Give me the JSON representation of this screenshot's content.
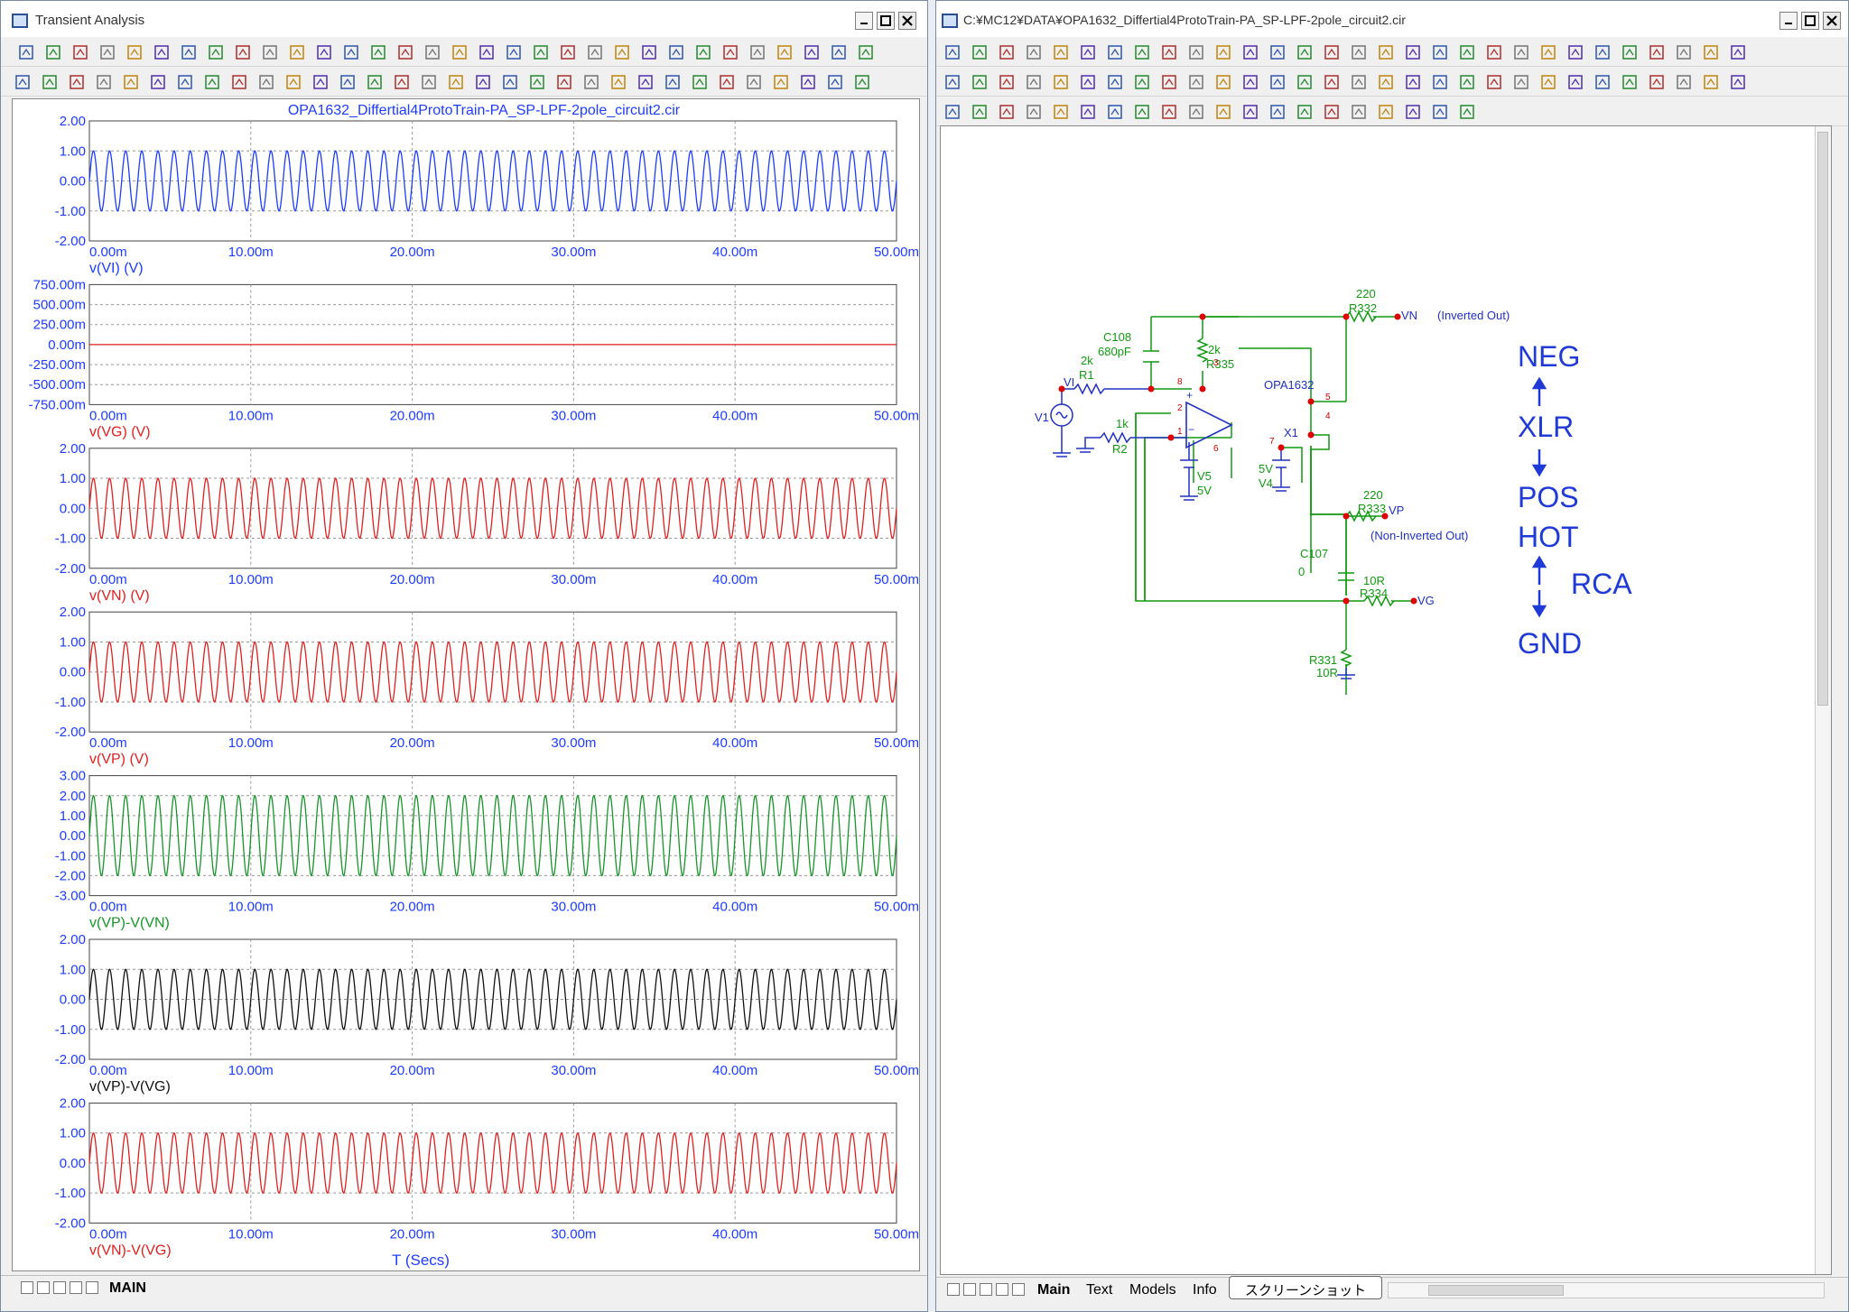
{
  "left_window": {
    "title": "Transient Analysis",
    "plot_title": "OPA1632_Differtial4ProtoTrain-PA_SP-LPF-2pole_circuit2.cir",
    "x_axis_label": "T (Secs)",
    "sheet_tab": "MAIN"
  },
  "right_window": {
    "title": "C:¥MC12¥DATA¥OPA1632_Differtial4ProtoTrain-PA_SP-LPF-2pole_circuit2.cir",
    "tabs": [
      "Main",
      "Text",
      "Models",
      "Info"
    ],
    "tooltip": "スクリーンショット"
  },
  "chart_data": [
    {
      "type": "line",
      "name_label": "v(VI) (V)",
      "color": "#1e3cff",
      "x_ticks": [
        "0.00m",
        "10.00m",
        "20.00m",
        "30.00m",
        "40.00m",
        "50.00m"
      ],
      "y_ticks": [
        "2.00",
        "1.00",
        "0.00",
        "-1.00",
        "-2.00"
      ],
      "ylim": [
        -2,
        2
      ],
      "xlim": [
        0,
        50
      ],
      "amplitude": 1.0,
      "frequency_khz": 1.0
    },
    {
      "type": "line",
      "name_label": "v(VG) (V)",
      "color": "#e02020",
      "x_ticks": [
        "0.00m",
        "10.00m",
        "20.00m",
        "30.00m",
        "40.00m",
        "50.00m"
      ],
      "y_ticks": [
        "750.00m",
        "500.00m",
        "250.00m",
        "0.00m",
        "-250.00m",
        "-500.00m",
        "-750.00m"
      ],
      "ylim": [
        -0.75,
        0.75
      ],
      "xlim": [
        0,
        50
      ],
      "amplitude": 0.0,
      "frequency_khz": 1.0
    },
    {
      "type": "line",
      "name_label": "v(VN) (V)",
      "color": "#e02020",
      "x_ticks": [
        "0.00m",
        "10.00m",
        "20.00m",
        "30.00m",
        "40.00m",
        "50.00m"
      ],
      "y_ticks": [
        "2.00",
        "1.00",
        "0.00",
        "-1.00",
        "-2.00"
      ],
      "ylim": [
        -2,
        2
      ],
      "xlim": [
        0,
        50
      ],
      "amplitude": 1.0,
      "frequency_khz": 1.0
    },
    {
      "type": "line",
      "name_label": "v(VP) (V)",
      "color": "#e02020",
      "x_ticks": [
        "0.00m",
        "10.00m",
        "20.00m",
        "30.00m",
        "40.00m",
        "50.00m"
      ],
      "y_ticks": [
        "2.00",
        "1.00",
        "0.00",
        "-1.00",
        "-2.00"
      ],
      "ylim": [
        -2,
        2
      ],
      "xlim": [
        0,
        50
      ],
      "amplitude": 1.0,
      "frequency_khz": 1.0
    },
    {
      "type": "line",
      "name_label": "v(VP)-V(VN)",
      "color": "#16962a",
      "x_ticks": [
        "0.00m",
        "10.00m",
        "20.00m",
        "30.00m",
        "40.00m",
        "50.00m"
      ],
      "y_ticks": [
        "3.00",
        "2.00",
        "1.00",
        "0.00",
        "-1.00",
        "-2.00",
        "-3.00"
      ],
      "ylim": [
        -3,
        3
      ],
      "xlim": [
        0,
        50
      ],
      "amplitude": 2.0,
      "frequency_khz": 1.0
    },
    {
      "type": "line",
      "name_label": "v(VP)-V(VG)",
      "color": "#111111",
      "x_ticks": [
        "0.00m",
        "10.00m",
        "20.00m",
        "30.00m",
        "40.00m",
        "50.00m"
      ],
      "y_ticks": [
        "2.00",
        "1.00",
        "0.00",
        "-1.00",
        "-2.00"
      ],
      "ylim": [
        -2,
        2
      ],
      "xlim": [
        0,
        50
      ],
      "amplitude": 1.0,
      "frequency_khz": 1.0
    },
    {
      "type": "line",
      "name_label": "v(VN)-V(VG)",
      "color": "#e02020",
      "x_ticks": [
        "0.00m",
        "10.00m",
        "20.00m",
        "30.00m",
        "40.00m",
        "50.00m"
      ],
      "y_ticks": [
        "2.00",
        "1.00",
        "0.00",
        "-1.00",
        "-2.00"
      ],
      "ylim": [
        -2,
        2
      ],
      "xlim": [
        0,
        50
      ],
      "amplitude": 1.0,
      "frequency_khz": 1.0
    }
  ],
  "schematic": {
    "components": {
      "c108_name": "C108",
      "c108_value": "680pF",
      "r1_value": "2k",
      "r1_name": "R1",
      "r335_value": "2k",
      "r335_name": "R335",
      "r332_value": "220",
      "r332_name": "R332",
      "opamp_name": "OPA1632",
      "opamp_ref": "X1",
      "r2_value": "1k",
      "r2_name": "R2",
      "v1_name": "V1",
      "v5_name": "V5",
      "v5_value": "5V",
      "v4_value": "5V",
      "v4_name": "V4",
      "r333_value": "220",
      "r333_name": "R333",
      "c107_name": "C107",
      "c107_value": "0",
      "r334_value": "10R",
      "r334_name": "R334",
      "r331_name": "R331",
      "r331_value": "10R"
    },
    "nodes": {
      "vi": "VI",
      "vn": "VN",
      "vp": "VP",
      "vg": "VG"
    },
    "notes": {
      "inverted": "(Inverted Out)",
      "non_inverted": "(Non-Inverted Out)"
    },
    "pins": [
      "8",
      "3",
      "2",
      "1",
      "5",
      "4",
      "6",
      "7"
    ],
    "legend": {
      "neg": "NEG",
      "xlr": "XLR",
      "pos": "POS",
      "hot": "HOT",
      "rca": "RCA",
      "gnd": "GND"
    }
  }
}
